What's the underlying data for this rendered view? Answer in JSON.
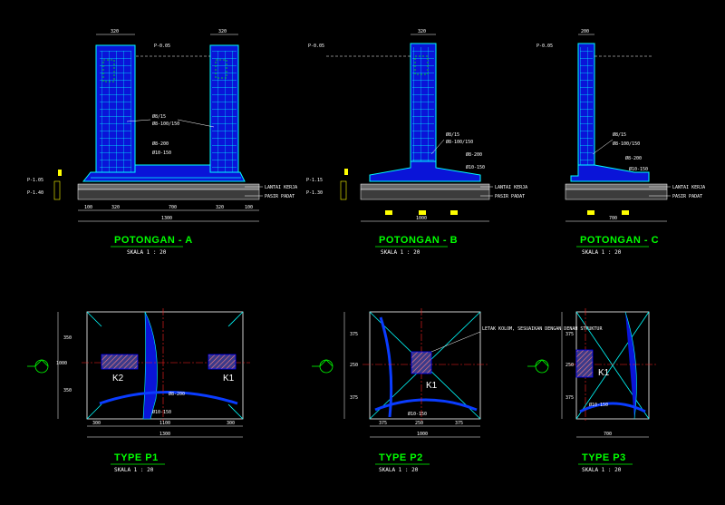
{
  "sections": [
    {
      "id": "a",
      "title": "POTONGAN - A",
      "scale": "SKALA 1 : 20",
      "top_dims": [
        "320",
        "320"
      ],
      "bottom_dims": [
        "100",
        "320",
        "700",
        "320",
        "100"
      ],
      "total": "1300",
      "notes": [
        "P-0.05",
        "Ø8/15",
        "Ø8-100/150",
        "Ø8-200",
        "Ø10-150",
        "LANTAI KERJA",
        "PASIR PADAT"
      ],
      "levels": [
        "P-1.05",
        "P-1.40"
      ]
    },
    {
      "id": "b",
      "title": "POTONGAN - B",
      "scale": "SKALA 1 : 20",
      "top_dims": [
        "320"
      ],
      "bottom_dims": [
        "1000"
      ],
      "total": "1000",
      "notes": [
        "P-0.05",
        "Ø8/15",
        "Ø8-100/150",
        "Ø8-200",
        "Ø10-150",
        "LANTAI KERJA",
        "PASIR PADAT"
      ],
      "levels": [
        "P-1.15",
        "P-1.30"
      ]
    },
    {
      "id": "c",
      "title": "POTONGAN - C",
      "scale": "SKALA 1 : 20",
      "top_dims": [
        "200"
      ],
      "bottom_dims": [
        "700"
      ],
      "total": "700",
      "notes": [
        "P-0.05",
        "Ø8/15",
        "Ø8-100/150",
        "Ø8-200",
        "Ø10-150",
        "LANTAI KERJA",
        "PASIR PADAT"
      ],
      "levels": []
    }
  ],
  "plans": [
    {
      "id": "p1",
      "title": "TYPE P1",
      "scale": "SKALA 1 : 20",
      "columns": [
        "K2",
        "K1"
      ],
      "dims_bottom": [
        "300",
        "1100",
        "300"
      ],
      "total": "1300",
      "dims_left": [
        "350",
        "1000",
        "350"
      ],
      "rebar": [
        "Ø8-200",
        "Ø10-150"
      ]
    },
    {
      "id": "p2",
      "title": "TYPE P2",
      "scale": "SKALA 1 : 20",
      "columns": [
        "K1"
      ],
      "dims_bottom": [
        "375",
        "250",
        "375"
      ],
      "total": "1000",
      "dims_left": [
        "375",
        "250",
        "375"
      ],
      "note": "LETAK KOLOM, SESUAIKAN DENGAN DENAH STRUKTUR",
      "rebar": [
        "Ø10-150"
      ]
    },
    {
      "id": "p3",
      "title": "TYPE P3",
      "scale": "SKALA 1 : 20",
      "columns": [
        "K1"
      ],
      "dims_bottom": [
        "700"
      ],
      "total": "700",
      "dims_left": [
        "375",
        "250",
        "375"
      ],
      "rebar": [
        "Ø10-150"
      ]
    }
  ],
  "colors": {
    "background": "#000000",
    "concrete": "#0a14d8",
    "outline": "#00ffff",
    "title": "#00ff00",
    "axis": "#ff2020",
    "dim": "#ffffff"
  }
}
